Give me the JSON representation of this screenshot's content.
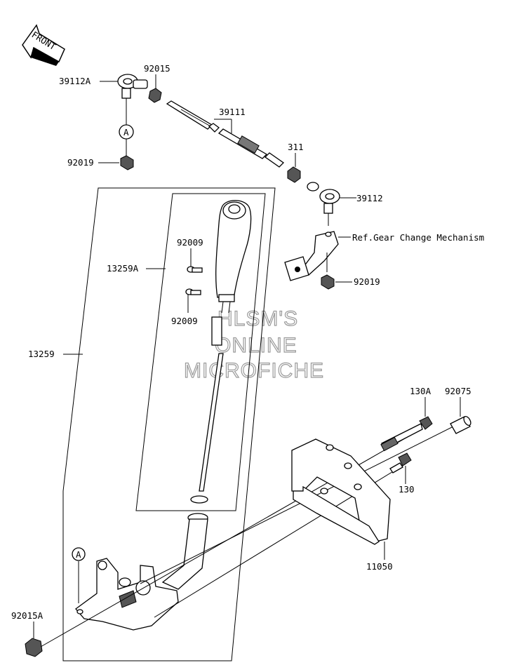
{
  "front_label": "FRONT",
  "watermark": [
    "HLSM'S",
    "ONLINE",
    "MICROFICHE"
  ],
  "callouts": {
    "ref_a_top": "A",
    "ref_a_bottom": "A"
  },
  "part_labels": {
    "p39112A": "39112A",
    "p92015": "92015",
    "p39111": "39111",
    "p311": "311",
    "p39112": "39112",
    "p92019_left": "92019",
    "p92019_right": "92019",
    "ref_gear": "Ref.Gear Change Mechanism",
    "p92009_top": "92009",
    "p92009_bottom": "92009",
    "p13259A": "13259A",
    "p13259": "13259",
    "p130A": "130A",
    "p92075": "92075",
    "p130": "130",
    "p11050": "11050",
    "p92015A": "92015A"
  }
}
